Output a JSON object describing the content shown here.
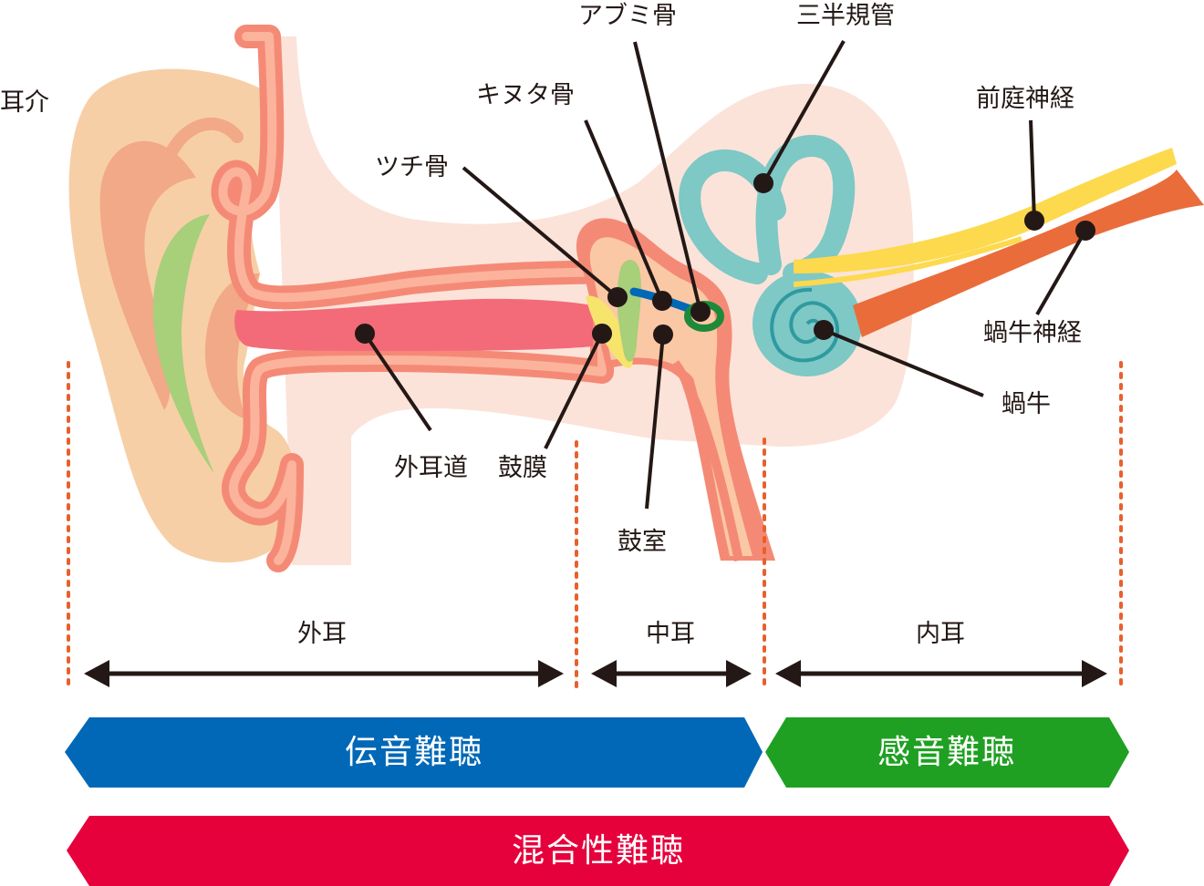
{
  "labels": {
    "auricle": "耳介",
    "stapes": "アブミ骨",
    "semicircular_canals": "三半規管",
    "incus": "キヌタ骨",
    "vestibular_nerve": "前庭神経",
    "malleus": "ツチ骨",
    "cochlear_nerve": "蝸牛神経",
    "cochlea": "蝸牛",
    "ear_canal": "外耳道",
    "eardrum": "鼓膜",
    "tympanic_cavity": "鼓室"
  },
  "sections": {
    "outer_ear": "外耳",
    "middle_ear": "中耳",
    "inner_ear": "内耳"
  },
  "bands": {
    "conductive": "伝音難聴",
    "sensorineural": "感音難聴",
    "mixed": "混合性難聴"
  },
  "colors": {
    "conductive": "#0068b7",
    "sensorineural": "#1fa022",
    "mixed": "#e6003c",
    "divider": "#e8602c",
    "skin": "#f7cfa6",
    "canal": "#f48a76",
    "cochlea": "#7ec8c6",
    "vestibular_nerve": "#fdd94d",
    "cochlear_nerve": "#ea6c3a"
  }
}
